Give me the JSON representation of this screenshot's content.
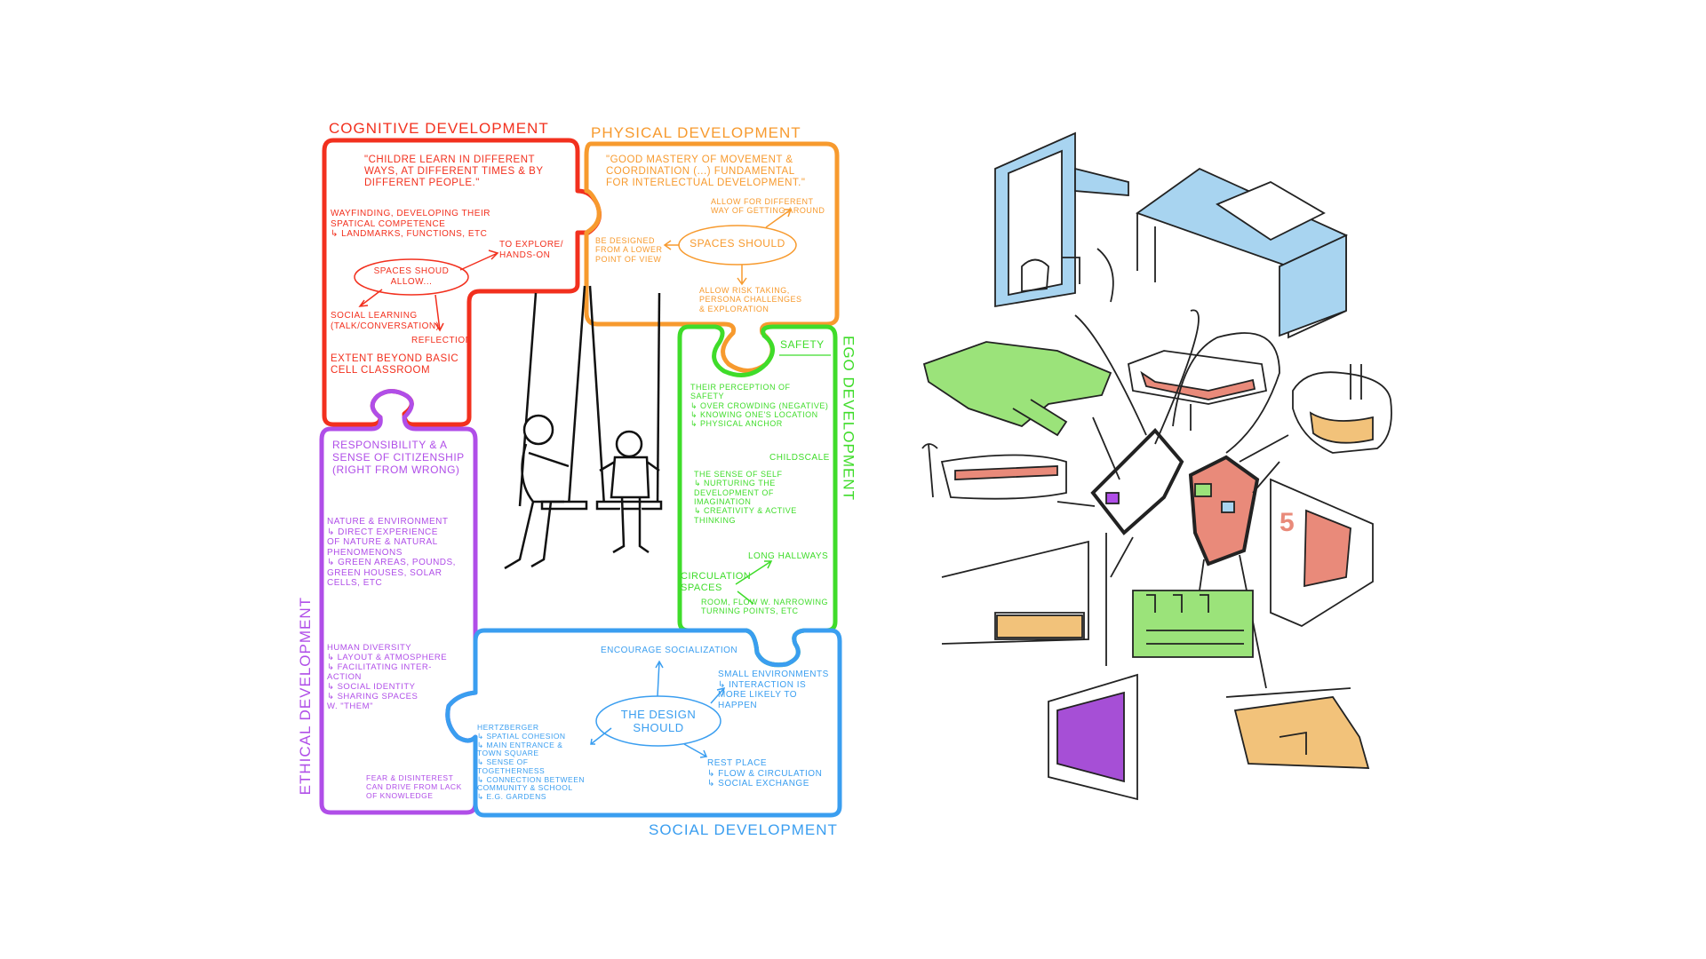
{
  "colors": {
    "cognitive": "#f2301e",
    "physical": "#f79a2e",
    "ego": "#3fdc2a",
    "ethical": "#b04ee8",
    "social": "#3a9ef0"
  },
  "cognitive": {
    "title": "Cognitive Development",
    "quote": "\"Childre learn in different\nways, at different times & by\ndifferent people.\"",
    "wayfinding": "Wayfinding, developing their\nspatical competence\n↳ landmarks, functions, etc",
    "center": "Spaces shoud\nallow...",
    "explore": "To explore/\nhands-on",
    "social": "Social learning\n(talk/conversation)",
    "reflection": "Reflection",
    "extent": "Extent beyond basic\ncell classroom"
  },
  "physical": {
    "title": "Physical Development",
    "quote": "\"Good mastery of movement &\ncoordination (...) fundamental\nfor interlectual development.\"",
    "getting_around": "Allow for different\nway of getting around",
    "center": "Spaces should",
    "lower_view": "Be designed\nfrom a lower\npoint of view",
    "risk": "Allow risk taking,\npersona challenges\n& exploration"
  },
  "ego": {
    "title": "Ego Development",
    "safety": "Safety",
    "perception": "Their perception of\nsafety\n  ↳ over crowding (negative)\n  ↳ knowing one's location\n  ↳ physical anchor",
    "childscale": "Childscale",
    "self": "The sense of self\n   ↳ nurturing the\n      development of\n      imagination\n   ↳ creativity & active\n      thinking",
    "hallways": "Long hallways",
    "circulation": "Circulation\nspaces",
    "room": "Room, flow w. narrowing\nturning points, etc"
  },
  "ethical": {
    "title": "Ethical Development",
    "responsibility": "Responsibility & a\nsense of citizenship\n  (right from wrong)",
    "nature": "Nature & environment\n  ↳ direct experience\n     of nature & natural\n     phenomenons\n  ↳ green areas, pounds,\n     green houses, solar\n     cells, etc",
    "diversity": "Human diversity\n  ↳ layout & atmosphere\n      ↳ facilitating inter-\n         action\n  ↳ social identity\n  ↳ sharing spaces\n     w. \"them\"",
    "fear": "Fear & disinterest\ncan drive from lack\nof knowledge"
  },
  "social": {
    "title": "Social Development",
    "encourage": "Encourage socialization",
    "small": "Small environments\n  ↳ interaction is\n     more likely to\n     happen",
    "center": "The design\nshould",
    "hertzberger": "Hertzberger\n ↳ spatial cohesion\n    ↳ main entrance &\n       town square\n       ↳ sense of\n          togetherness\n    ↳ connection between\n       community & school\n       ↳ e.g. gardens",
    "rest": "Rest place\n ↳ flow & circulation\n ↳ social exchange"
  },
  "sketches": {
    "sign_number": "5"
  }
}
